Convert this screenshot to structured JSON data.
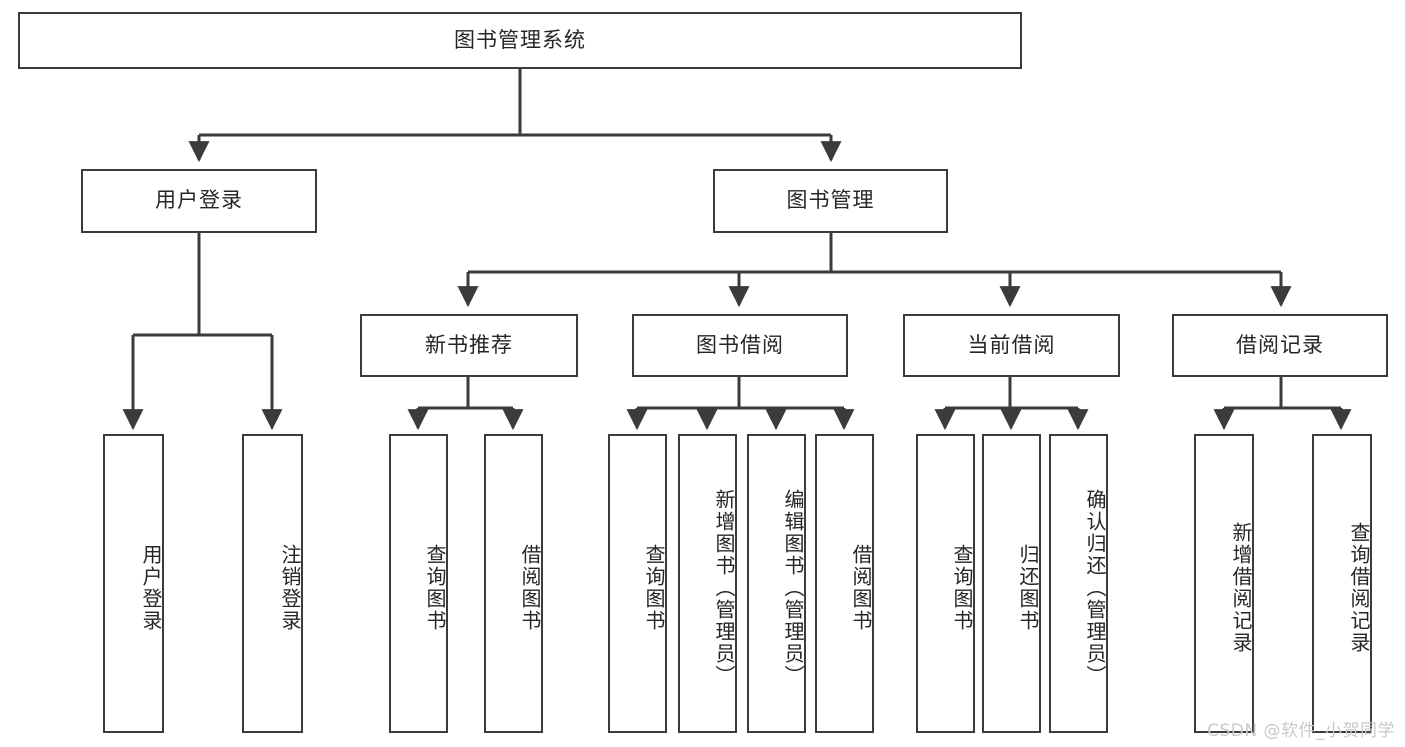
{
  "diagram": {
    "title": "图书管理系统",
    "type": "tree-hierarchy",
    "watermark": "CSDN @软件_小贺同学",
    "colors": {
      "box_border": "#3b3b3b",
      "box_fill": "#ffffff",
      "edge": "#3b3b3b",
      "text": "#262626",
      "watermark": "#c9c9c9",
      "background": "#ffffff"
    },
    "root": {
      "label": "图书管理系统"
    },
    "level2": [
      {
        "label": "用户登录"
      },
      {
        "label": "图书管理"
      }
    ],
    "level3": [
      {
        "label": "新书推荐"
      },
      {
        "label": "图书借阅"
      },
      {
        "label": "当前借阅"
      },
      {
        "label": "借阅记录"
      }
    ],
    "leaves": {
      "user_login": [
        {
          "label": "用户登录"
        },
        {
          "label": "注销登录"
        }
      ],
      "new_book_recommend": [
        {
          "label": "查询图书"
        },
        {
          "label": "借阅图书"
        }
      ],
      "book_borrow": [
        {
          "label": "查询图书"
        },
        {
          "label": "新增图书（管理员）"
        },
        {
          "label": "编辑图书（管理员）"
        },
        {
          "label": "借阅图书"
        }
      ],
      "current_borrow": [
        {
          "label": "查询图书"
        },
        {
          "label": "归还图书"
        },
        {
          "label": "确认归还（管理员）"
        }
      ],
      "borrow_record": [
        {
          "label": "新增借阅记录"
        },
        {
          "label": "查询借阅记录"
        }
      ]
    }
  }
}
